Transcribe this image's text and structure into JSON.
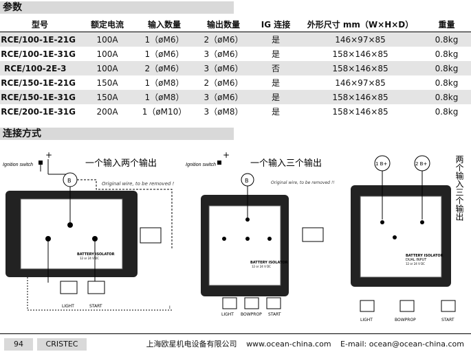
{
  "sections": {
    "params": "参数",
    "connection": "连接方式"
  },
  "table": {
    "headers": [
      "型号",
      "额定电流",
      "输入数量",
      "输出数量",
      "IG 连接",
      "外形尺寸 mm（W×H×D）",
      "重量"
    ],
    "rows": [
      [
        "RCE/100-1E-21G",
        "100A",
        "1（øM6）",
        "2（øM6）",
        "是",
        "146×97×85",
        "0.8kg"
      ],
      [
        "RCE/100-1E-31G",
        "100A",
        "1（øM6）",
        "3（øM6）",
        "是",
        "158×146×85",
        "0.8kg"
      ],
      [
        "RCE/100-2E-3",
        "100A",
        "2（øM6）",
        "3（øM6）",
        "否",
        "158×146×85",
        "0.8kg"
      ],
      [
        "RCE/150-1E-21G",
        "150A",
        "1（øM8）",
        "2（øM6）",
        "是",
        "146×97×85",
        "0.8kg"
      ],
      [
        "RCE/150-1E-31G",
        "150A",
        "1（øM8）",
        "3（øM6）",
        "是",
        "158×146×85",
        "0.8kg"
      ],
      [
        "RCE/200-1E-31G",
        "200A",
        "1（øM10）",
        "3（øM8）",
        "是",
        "158×146×85",
        "0.8kg"
      ]
    ]
  },
  "diagrams": {
    "d1": {
      "ignition": "Ignition switch",
      "note": "一个输入两个输出",
      "wire": "Original wire, to be removed !",
      "b": "B",
      "plus": "+",
      "label": "BATTERY ISOLATOR",
      "spec": "12 or 24 V DC",
      "out1": "LIGHT",
      "out2": "START",
      "tick": "I"
    },
    "d2": {
      "ignition": "Ignition switch",
      "note": "一个输入三个输出",
      "wire": "Original wire, to be removed !!",
      "b": "B",
      "plus": "+",
      "label": "BATTERY ISOLATOR",
      "spec": "12 or 24 V DC",
      "out1": "LIGHT",
      "out2": "BOWPROP",
      "out3": "START"
    },
    "d3": {
      "in1": "1 B+",
      "in2": "2 B+",
      "note": "两个输入三个输出",
      "label": "BATTERY ISOLATOR",
      "sub": "DUAL INPUT",
      "spec": "12 or 24 V DC",
      "out1": "LIGHT",
      "out2": "BOWPROP",
      "out3": "START"
    }
  },
  "footer": {
    "page": "94",
    "brand": "CRISTEC",
    "company": "上海欧星机电设备有限公司",
    "web": "www.ocean-china.com",
    "email": "E-mail: ocean@ocean-china.com"
  }
}
